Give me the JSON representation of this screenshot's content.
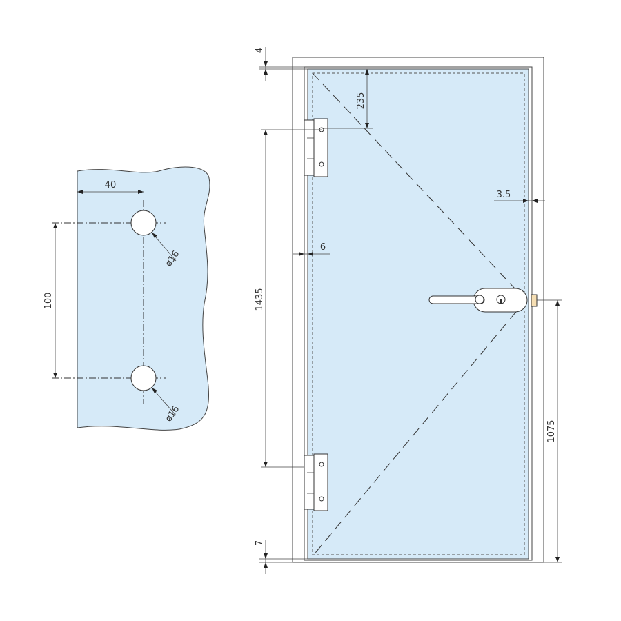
{
  "detail": {
    "dim_spacing": "40",
    "dim_vertical": "100",
    "hole_top_label": "ø16",
    "hole_bottom_label": "ø16"
  },
  "door": {
    "dim_top_gap": "4",
    "dim_hinge_top": "235",
    "dim_hinge_spacing": "1435",
    "dim_side_gap": "6",
    "dim_right_gap": "3.5",
    "dim_handle_height": "1075",
    "dim_bottom_gap": "7"
  },
  "colors": {
    "glass": "#d6eaf8",
    "lines": "#444444",
    "latch": "#f5deb3"
  }
}
